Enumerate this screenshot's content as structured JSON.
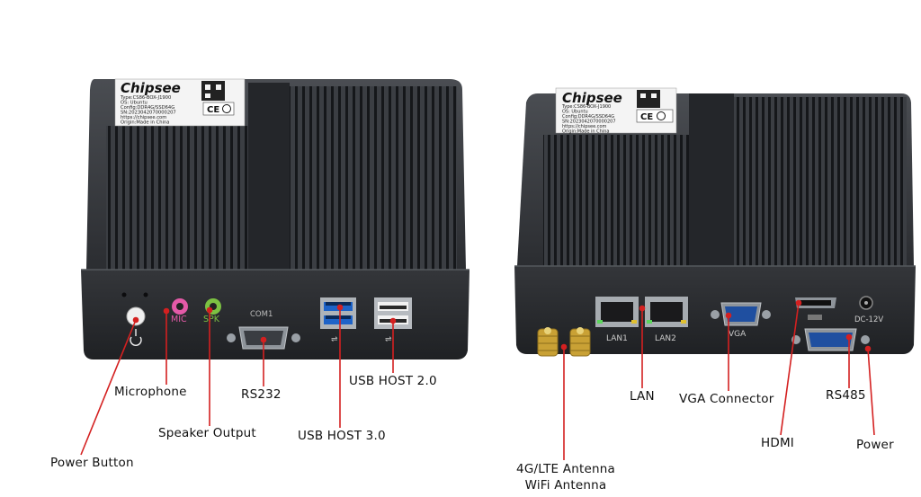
{
  "brand": "Chipsee",
  "sticker": {
    "left": [
      "Type:CS86-BOX-J1900",
      "OS: Ubuntu",
      "Config:DDR4G/SSD64G",
      "SN:2023042070000207",
      "https://chipsee.com",
      "Origin:Made in China"
    ],
    "right": [
      "Type:CS86-BOX-J1900",
      "OS: Ubuntu",
      "Config:DDR4G/SSD64G",
      "SN:2023042070000207",
      "https://chipsee.com",
      "Origin:Made in China"
    ],
    "ce": "CE"
  },
  "panel_text": {
    "mic": "MIC",
    "spk": "SPK",
    "com1": "COM1",
    "lan1": "LAN1",
    "lan2": "LAN2",
    "vga": "VGA",
    "dc": "DC-12V"
  },
  "callouts": {
    "power_button": "Power Button",
    "microphone": "Microphone",
    "speaker_output": "Speaker Output",
    "rs232": "RS232",
    "usb3": "USB HOST 3.0",
    "usb2": "USB HOST 2.0",
    "antenna_line1": "4G/LTE Antenna",
    "antenna_line2": "WiFi Antenna",
    "lan": "LAN",
    "vga_connector": "VGA Connector",
    "hdmi": "HDMI",
    "rs485": "RS485",
    "power": "Power"
  },
  "colors": {
    "callout_line": "#d42020",
    "body_dark": "#2a2c30",
    "mic_pink": "#e45aa8",
    "spk_green": "#7cc242",
    "usb3_blue": "#1e63c8"
  }
}
